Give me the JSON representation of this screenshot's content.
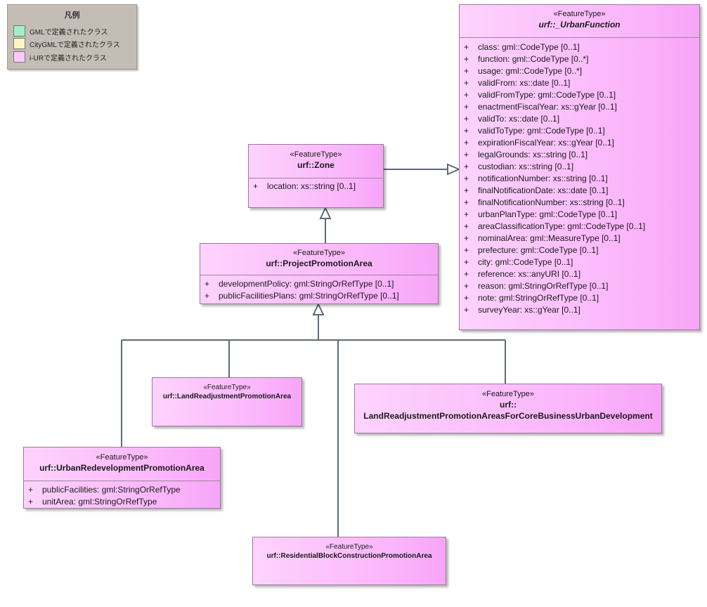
{
  "legend": {
    "title": "凡例",
    "items": [
      {
        "color": "#9ff0c4",
        "label": "GMLで定義されたクラス"
      },
      {
        "color": "#fdf6c4",
        "label": "CityGMLで定義されたクラス"
      },
      {
        "color": "#fcc8fc",
        "label": "i-URで定義されたクラス"
      }
    ]
  },
  "classes": {
    "urban_function": {
      "stereotype": "«FeatureType»",
      "name": "urf::_UrbanFunction",
      "attributes": [
        "class: gml::CodeType [0..1]",
        "function: gml::CodeType [0..*]",
        "usage: gml::CodeType [0..*]",
        "validFrom: xs::date [0..1]",
        "validFromType: gml::CodeType [0..1]",
        "enactmentFiscalYear: xs::gYear [0..1]",
        "validTo: xs::date [0..1]",
        "validToType: gml::CodeType [0..1]",
        "expirationFiscalYear: xs::gYear [0..1]",
        "legalGrounds: xs::string [0..1]",
        "custodian: xs::string [0..1]",
        "notificationNumber: xs::string [0..1]",
        "finalNotificationDate: xs::date [0..1]",
        "finalNotificationNumber: xs::string [0..1]",
        "urbanPlanType: gml::CodeType [0..1]",
        "areaClassificationType: gml::CodeType [0..1]",
        "nominalArea: gml::MeasureType [0..1]",
        "prefecture: gml::CodeType [0..1]",
        "city: gml::CodeType [0..1]",
        "reference: xs::anyURI [0..1]",
        "reason: gml:StringOrRefType [0..1]",
        "note: gml:StringOrRefType [0..1]",
        "surveyYear: xs::gYear [0..1]"
      ]
    },
    "zone": {
      "stereotype": "«FeatureType»",
      "name": "urf::Zone",
      "attributes": [
        "location: xs::string [0..1]"
      ]
    },
    "project_promotion_area": {
      "stereotype": "«FeatureType»",
      "name": "urf::ProjectPromotionArea",
      "attributes": [
        "developmentPolicy: gml:StringOrRefType [0..1]",
        "publicFacilitiesPlans: gml:StringOrRefType [0..1]"
      ]
    },
    "land_readjustment": {
      "stereotype": "«FeatureType»",
      "name": "urf::LandReadjustmentPromotionArea"
    },
    "land_readjustment_core": {
      "stereotype": "«FeatureType»",
      "name_line1": "urf::",
      "name_line2": "LandReadjustmentPromotionAreasForCoreBusinessUrbanDevelopment"
    },
    "urban_redevelopment": {
      "stereotype": "«FeatureType»",
      "name": "urf::UrbanRedevelopmentPromotionArea",
      "attributes": [
        "publicFacilities: gml:StringOrRefType",
        "unitArea: gml:StringOrRefType"
      ]
    },
    "residential_block": {
      "stereotype": "«FeatureType»",
      "name": "urf::ResidentialBlockConstructionPromotionArea"
    }
  },
  "visibility_symbol": "+"
}
